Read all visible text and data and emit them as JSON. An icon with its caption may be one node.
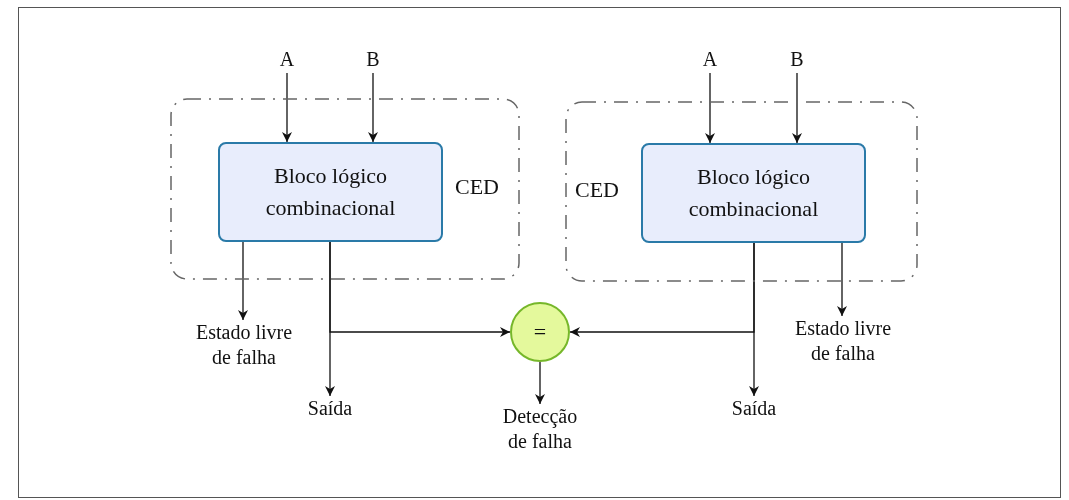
{
  "diagram": {
    "nodes": [
      {
        "text": [
          "CED"
        ]
      },
      {
        "text": [
          "Bloco lógico combinacional"
        ],
        "in": 0
      },
      {
        "text": [
          "CED"
        ]
      },
      {
        "text": [
          "Bloco lógico combinacional"
        ],
        "in": 2
      },
      {
        "text": [
          "A"
        ]
      },
      {
        "text": [
          "B"
        ]
      },
      {
        "text": [
          "A"
        ]
      },
      {
        "text": [
          "B"
        ]
      },
      {
        "text": [
          "Estado livre de falha"
        ]
      },
      {
        "text": [
          "Saída"
        ]
      },
      {
        "text": [
          "="
        ]
      },
      {
        "text": [
          "Detecção de falha"
        ]
      },
      {
        "text": [
          "Saída"
        ]
      },
      {
        "text": [
          "Estado livre de falha"
        ]
      }
    ],
    "edges": [
      {
        "from": 4,
        "to": 1,
        "arrow": "to"
      },
      {
        "from": 5,
        "to": 1,
        "arrow": "to"
      },
      {
        "from": 6,
        "to": 3,
        "arrow": "to"
      },
      {
        "from": 7,
        "to": 3,
        "arrow": "to"
      },
      {
        "from": 1,
        "to": 8,
        "arrow": "to"
      },
      {
        "from": 1,
        "to": 9,
        "arrow": "to"
      },
      {
        "from": 1,
        "to": 10,
        "arrow": "to"
      },
      {
        "from": 3,
        "to": 12,
        "arrow": "to"
      },
      {
        "from": 3,
        "to": 10,
        "arrow": "to"
      },
      {
        "from": 3,
        "to": 13,
        "arrow": "to"
      },
      {
        "from": 10,
        "to": 11,
        "arrow": "to"
      }
    ]
  }
}
